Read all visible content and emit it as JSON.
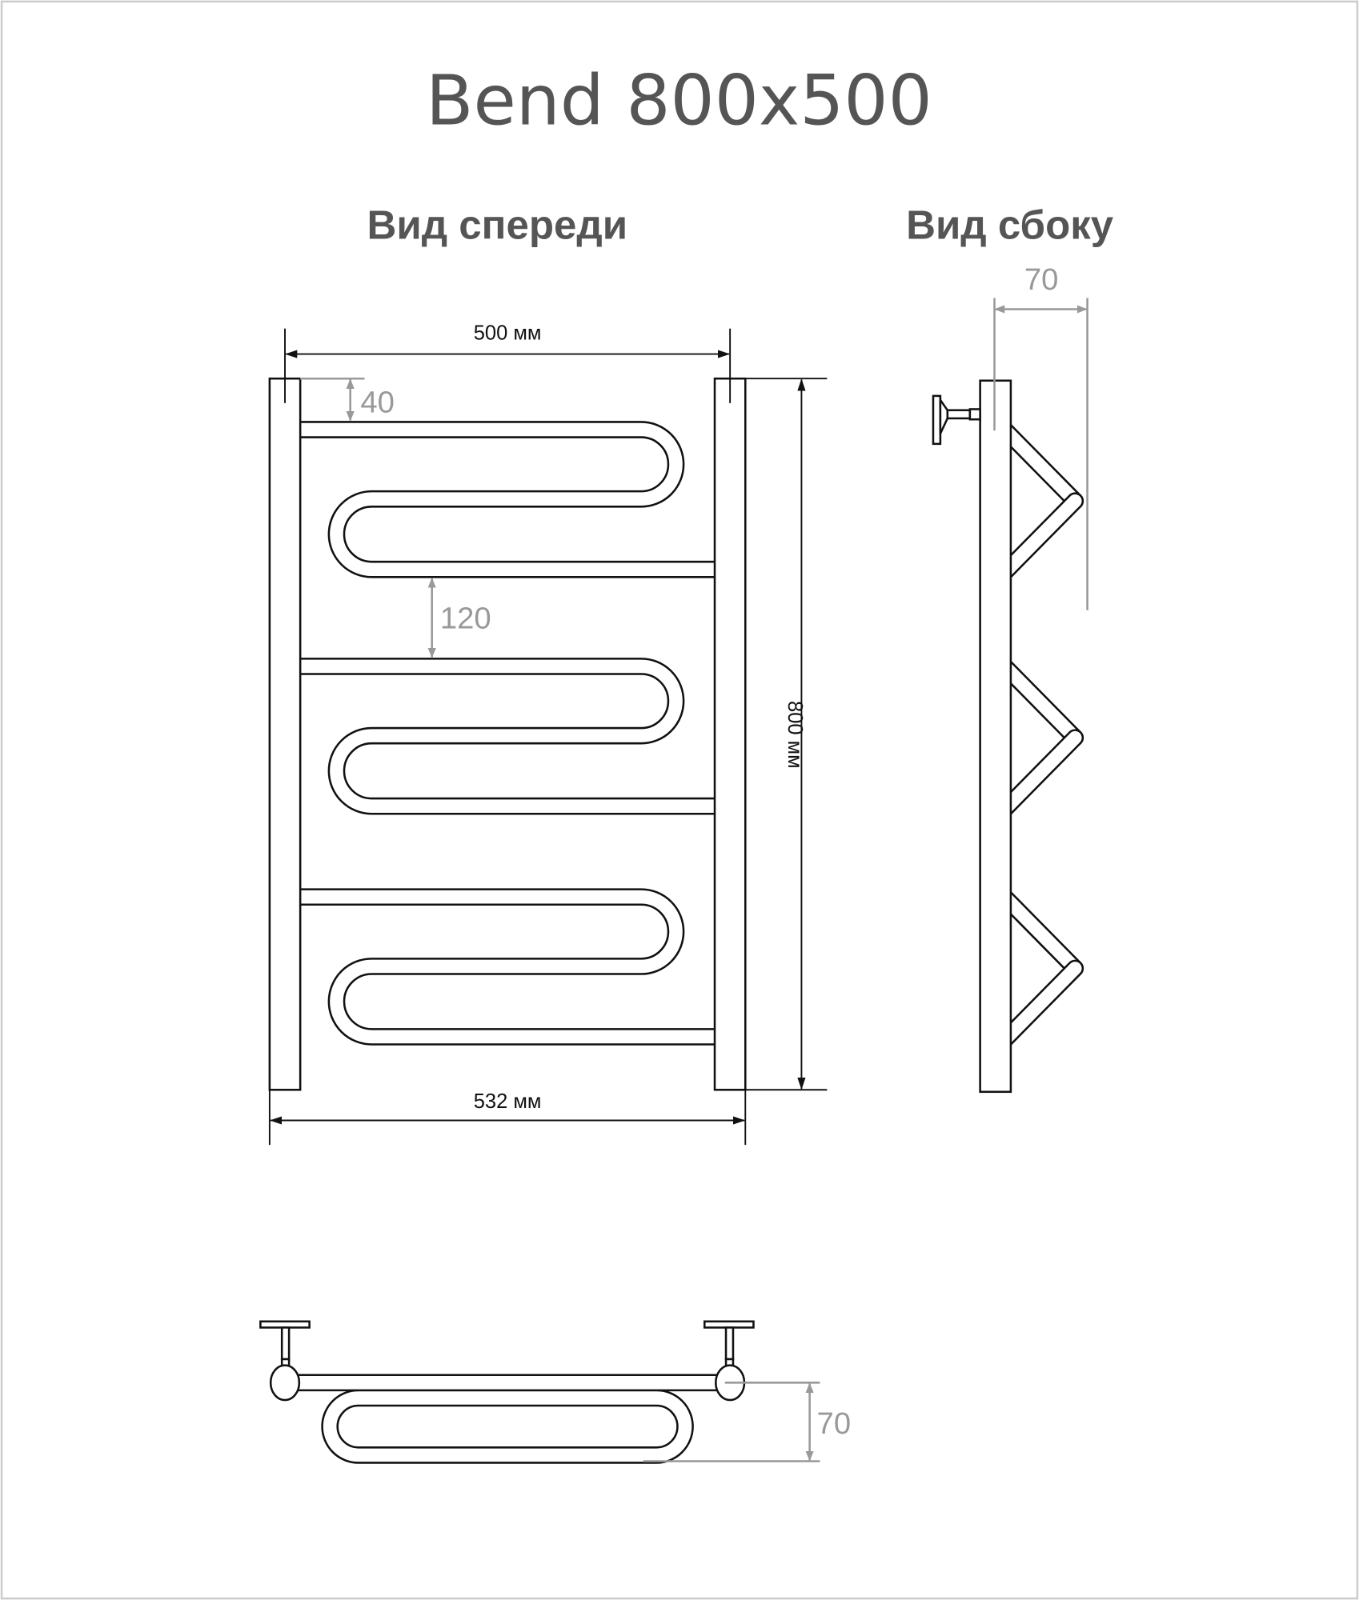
{
  "title": "Bend 800x500",
  "views": {
    "front": "Вид спереди",
    "side": "Вид сбоку"
  },
  "dimensions": {
    "width_center": "500 мм",
    "width_total": "532 мм",
    "height": "800 мм",
    "top_offset": "40",
    "section_gap": "120",
    "side_depth": "70",
    "bottom_depth": "70"
  },
  "colors": {
    "line": "#111111",
    "dimension_gray": "#999999",
    "title": "#555555"
  }
}
